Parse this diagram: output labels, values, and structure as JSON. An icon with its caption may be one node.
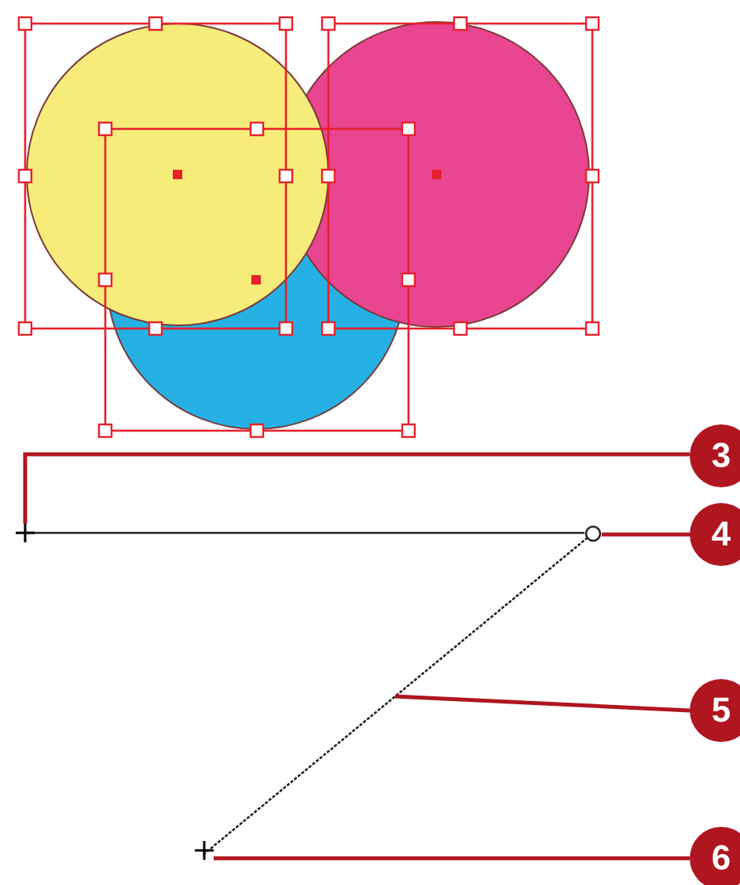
{
  "diagram": {
    "nodes": [
      {
        "text": [
          "3"
        ]
      },
      {
        "text": [
          "4"
        ]
      },
      {
        "text": [
          "5"
        ]
      },
      {
        "text": [
          "6"
        ]
      },
      {
        "text": [],
        "shape": "plus"
      },
      {
        "text": [],
        "shape": "circle"
      },
      {
        "text": [],
        "shape": "line"
      },
      {
        "text": [],
        "shape": "plus"
      }
    ],
    "edges": [
      {
        "from": 0,
        "to": 4,
        "arrow": "none"
      },
      {
        "from": 1,
        "to": 5,
        "arrow": "none"
      },
      {
        "from": 2,
        "to": 6,
        "arrow": "none"
      },
      {
        "from": 3,
        "to": 7,
        "arrow": "none"
      },
      {
        "from": 4,
        "to": 5,
        "arrow": "none",
        "color": "#222222"
      }
    ]
  }
}
